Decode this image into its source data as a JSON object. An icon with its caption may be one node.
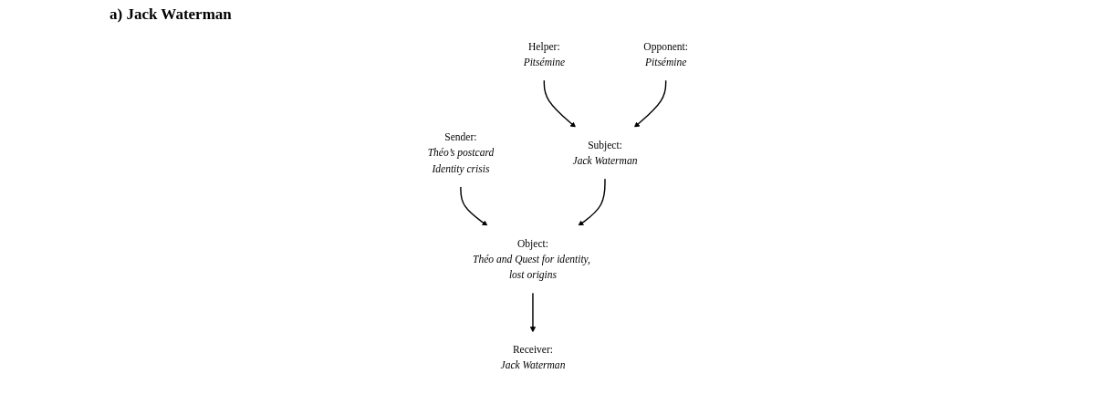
{
  "diagram": {
    "title": "a) Jack Waterman",
    "nodes": [
      {
        "text": [
          "Sender:",
          "Théo’s postcard",
          "Identity crisis"
        ]
      },
      {
        "text": [
          "Object:",
          "Théo and Quest for identity, lost origins"
        ]
      },
      {
        "text": [
          "Receiver:",
          "Jack Waterman"
        ]
      },
      {
        "text": [
          "Helper:",
          "Pitsémine"
        ]
      },
      {
        "text": [
          "Subject:",
          "Jack Waterman"
        ]
      },
      {
        "text": [
          "Opponent:",
          "Pitsémine"
        ]
      }
    ],
    "edges": [
      {
        "from": 0,
        "to": 1,
        "arrow": "to"
      },
      {
        "from": 1,
        "to": 2,
        "arrow": "to"
      },
      {
        "from": 4,
        "to": 1,
        "arrow": "to"
      },
      {
        "from": 3,
        "to": 4,
        "arrow": "to"
      },
      {
        "from": 5,
        "to": 4,
        "arrow": "to"
      }
    ]
  }
}
